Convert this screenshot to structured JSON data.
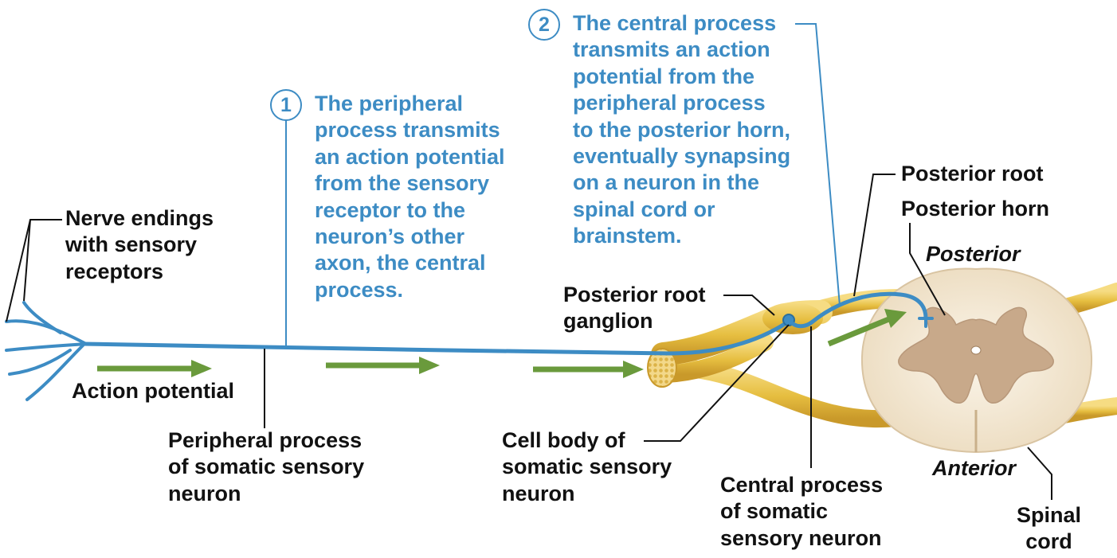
{
  "colors": {
    "neuron": "#3d8cc4",
    "arrow": "#6a9a3c",
    "nerve": "#e6be40",
    "gray_matter": "#c8a98a",
    "white_matter": "#f4e9d6",
    "leader": "#111111"
  },
  "steps": [
    {
      "number": "1",
      "lines": [
        "The peripheral",
        "process transmits",
        "an action potential",
        "from the sensory",
        "receptor to the",
        "neuron’s other",
        "axon, the central",
        "process."
      ]
    },
    {
      "number": "2",
      "lines": [
        "The central process",
        "transmits an action",
        "potential from the",
        "peripheral process",
        "to the posterior horn,",
        "eventually synapsing",
        "on a neuron in the",
        "spinal cord or",
        "brainstem."
      ]
    }
  ],
  "labels": {
    "nerve_endings": [
      "Nerve endings",
      "with sensory",
      "receptors"
    ],
    "action_potential": "Action potential",
    "peripheral_process": [
      "Peripheral process",
      "of somatic sensory",
      "neuron"
    ],
    "cell_body": [
      "Cell body of",
      "somatic sensory",
      "neuron"
    ],
    "posterior_root_ganglion": [
      "Posterior root",
      "ganglion"
    ],
    "central_process": [
      "Central process",
      "of somatic",
      "sensory neuron"
    ],
    "posterior_root": "Posterior root",
    "posterior_horn": "Posterior horn",
    "posterior": "Posterior",
    "anterior": "Anterior",
    "spinal_cord": [
      "Spinal",
      "cord"
    ]
  }
}
